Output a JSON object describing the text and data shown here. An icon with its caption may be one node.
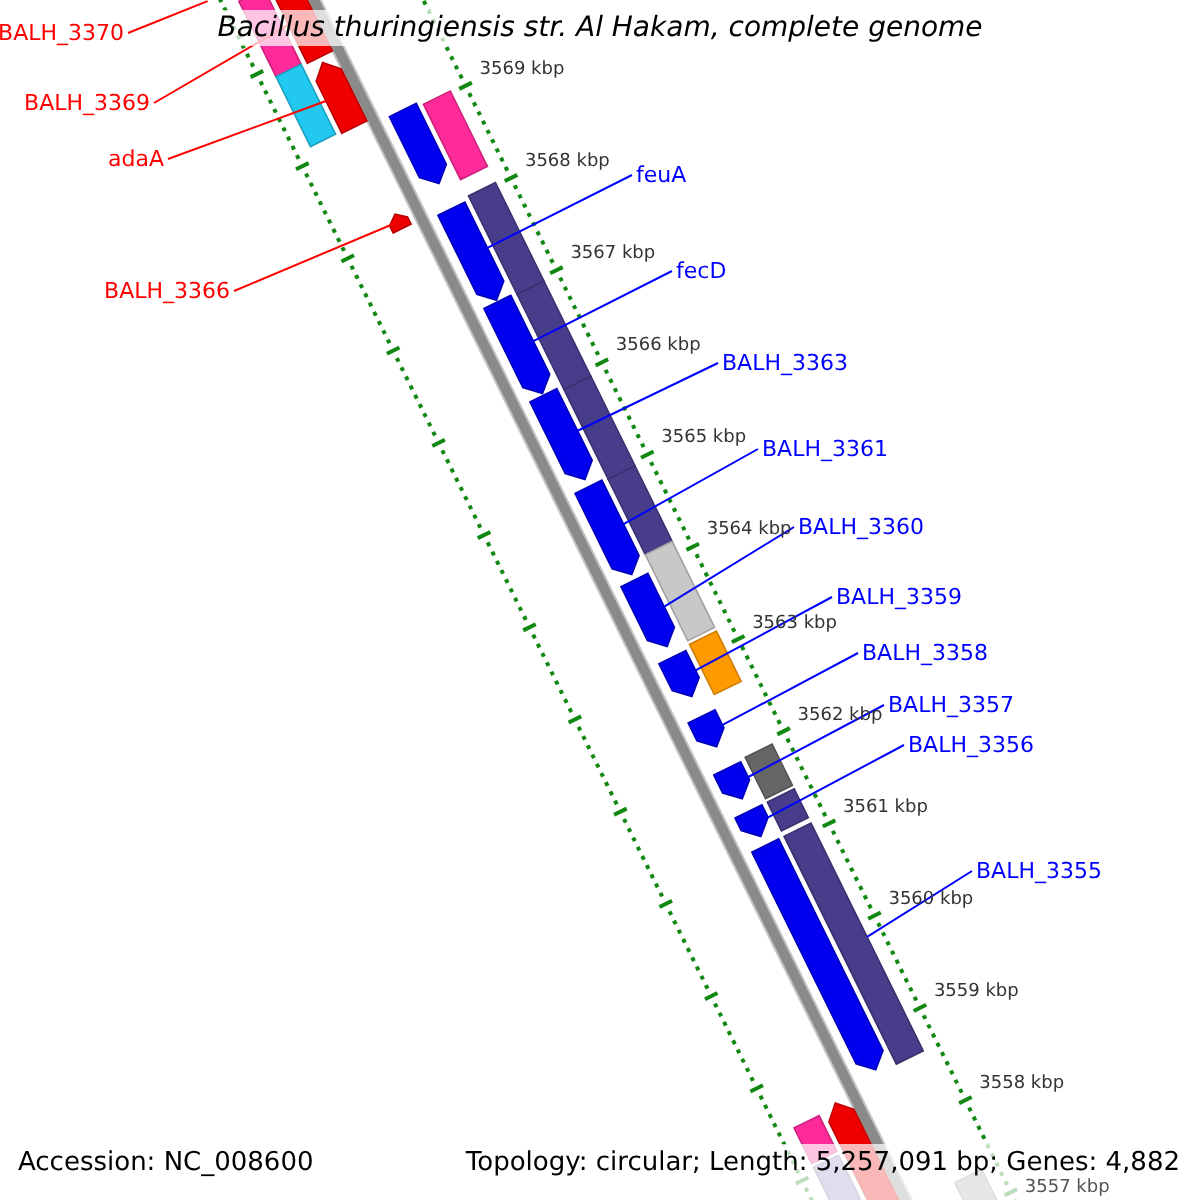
{
  "diagram": {
    "title": "Bacillus thuringiensis str. Al Hakam, complete genome",
    "nodes": [
      {
        "text": [
          "BALH_3370"
        ]
      },
      {
        "text": [
          "BALH_3369"
        ]
      },
      {
        "text": [
          "adaA"
        ]
      },
      {
        "text": [
          "BALH_3366"
        ]
      },
      {
        "text": [
          "feuA"
        ]
      },
      {
        "text": [
          "fecD"
        ]
      },
      {
        "text": [
          "BALH_3363"
        ]
      },
      {
        "text": [
          "BALH_3361"
        ]
      },
      {
        "text": [
          "BALH_3360"
        ]
      },
      {
        "text": [
          "BALH_3359"
        ]
      },
      {
        "text": [
          "BALH_3358"
        ]
      },
      {
        "text": [
          "BALH_3357"
        ]
      },
      {
        "text": [
          "BALH_3356"
        ]
      },
      {
        "text": [
          "BALH_3355"
        ]
      },
      {
        "text": [],
        "shape": "arrow"
      },
      {
        "text": [],
        "shape": "arrow"
      },
      {
        "text": [],
        "shape": "arrow"
      },
      {
        "text": [],
        "shape": "arrow"
      },
      {
        "text": [],
        "shape": "arrow"
      },
      {
        "text": [],
        "shape": "arrow"
      },
      {
        "text": [],
        "shape": "arrow"
      },
      {
        "text": [],
        "shape": "arrow"
      },
      {
        "text": [],
        "shape": "arrow"
      },
      {
        "text": [],
        "shape": "arrow"
      },
      {
        "text": [],
        "shape": "arrow"
      },
      {
        "text": [],
        "shape": "arrow"
      },
      {
        "text": [],
        "shape": "box"
      },
      {
        "text": [],
        "shape": "arrow"
      }
    ],
    "edges": [
      {
        "from": 0,
        "to": null,
        "arrow": "none",
        "color": "#ff0000"
      },
      {
        "from": 1,
        "to": 14,
        "arrow": "none",
        "color": "#ff0000"
      },
      {
        "from": 2,
        "to": 15,
        "arrow": "none",
        "color": "#ff0000"
      },
      {
        "from": 3,
        "to": 16,
        "arrow": "none",
        "color": "#ff0000"
      },
      {
        "from": 4,
        "to": 17,
        "arrow": "none"
      },
      {
        "from": 5,
        "to": 18,
        "arrow": "none"
      },
      {
        "from": 6,
        "to": 19,
        "arrow": "none"
      },
      {
        "from": 7,
        "to": 20,
        "arrow": "none"
      },
      {
        "from": 8,
        "to": 21,
        "arrow": "none"
      },
      {
        "from": 9,
        "to": 22,
        "arrow": "none"
      },
      {
        "from": 10,
        "to": 23,
        "arrow": "none"
      },
      {
        "from": 11,
        "to": 24,
        "arrow": "none"
      },
      {
        "from": 12,
        "to": 25,
        "arrow": "none"
      },
      {
        "from": 13,
        "to": 26,
        "arrow": "none"
      }
    ],
    "labels": [
      "3569 kbp",
      "3568 kbp",
      "3567 kbp",
      "3566 kbp",
      "3565 kbp",
      "3564 kbp",
      "3563 kbp",
      "3562 kbp",
      "3561 kbp",
      "3560 kbp",
      "3559 kbp",
      "3558 kbp",
      "3557 kbp",
      "Accession: NC_008600",
      "Topology: circular; Length: 5,257,091 bp; Genes: 4,882"
    ]
  }
}
